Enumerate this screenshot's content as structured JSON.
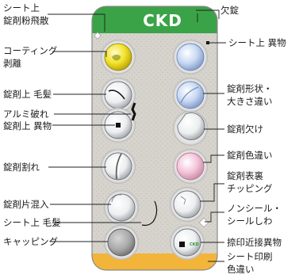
{
  "brand": {
    "logo_text": "CKD",
    "logo_color": "#2e9b3a"
  },
  "colors": {
    "panel": "#d9d6d0",
    "panel_border": "#8a8a8a",
    "top_band": "#3aa347",
    "bottom_band": "#f2b53a",
    "leader": "#222222"
  },
  "labels": {
    "sheet_tablet_dust_l1": "シート上",
    "sheet_tablet_dust_l2": "錠剤粉飛散",
    "coating_peel_l1": "コーティング",
    "coating_peel_l2": "剥離",
    "tablet_hair": "錠剤上 毛髪",
    "aluminum_tear": "アルミ破れ",
    "tablet_foreign": "錠剤上 異物",
    "tablet_crack": "錠剤割れ",
    "piece_mixing": "錠剤片混入",
    "sheet_hair": "シート上 毛髪",
    "capping": "キャッピング",
    "missing_tablet": "欠錠",
    "sheet_foreign": "シート上 異物",
    "shape_size_l1": "錠剤形状・",
    "shape_size_l2": "大きさ違い",
    "chipping": "錠剤欠け",
    "color_diff": "錠剤色違い",
    "face_chip_l1": "錠剤表裏",
    "face_chip_l2": "チッピング",
    "nonseal_l1": "ノンシール・",
    "nonseal_l2": "シールしわ",
    "print_foreign": "捺印近接異物",
    "sheet_print_l1": "シート印刷",
    "sheet_print_l2": "色違い"
  }
}
